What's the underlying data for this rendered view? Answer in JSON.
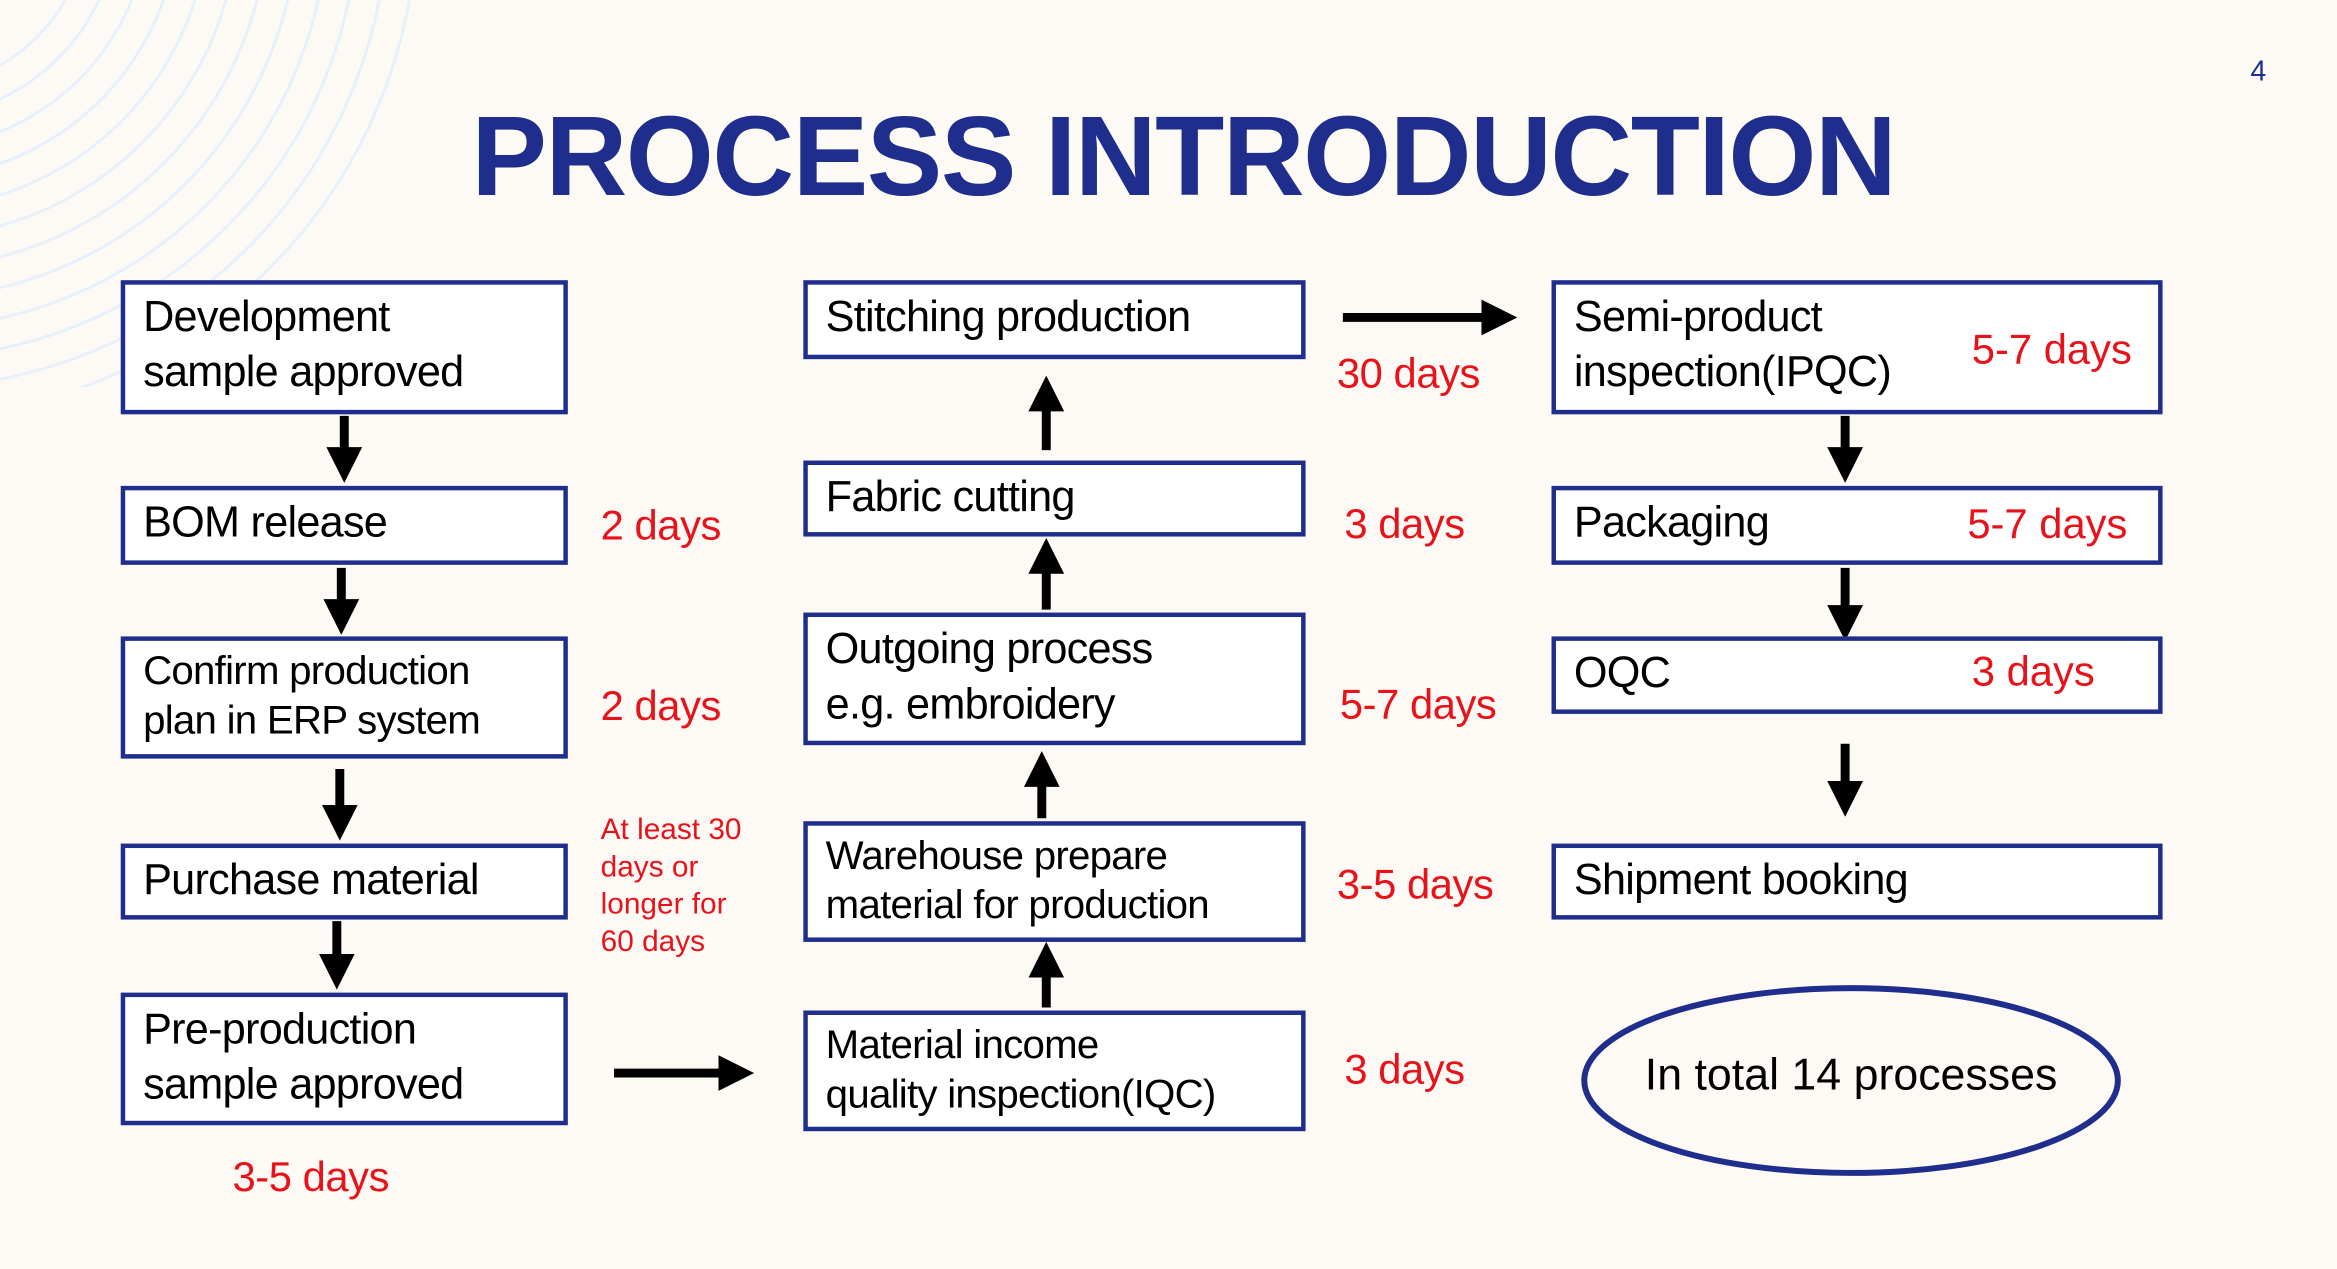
{
  "page_number": "4",
  "title": "PROCESS INTRODUCTION",
  "colors": {
    "title": "#1f2d8c",
    "box_border": "#1f2d8c",
    "duration": "#e8121a"
  },
  "column1": [
    {
      "label_lines": [
        "Development",
        "sample approved"
      ]
    },
    {
      "label_lines": [
        "BOM release"
      ],
      "duration": "2 days"
    },
    {
      "label_lines": [
        "Confirm production",
        "plan in ERP system"
      ],
      "duration": "2 days"
    },
    {
      "label_lines": [
        "Purchase material"
      ],
      "duration_lines": [
        "At least 30",
        "days or",
        "longer for",
        "60 days"
      ]
    },
    {
      "label_lines": [
        "Pre-production",
        "sample approved"
      ],
      "duration": "3-5 days"
    }
  ],
  "column2": [
    {
      "label_lines": [
        "Material income",
        "quality inspection(IQC)"
      ],
      "duration": "3 days"
    },
    {
      "label_lines": [
        "Warehouse prepare",
        "material for production"
      ],
      "duration": "3-5 days"
    },
    {
      "label_lines": [
        "Outgoing process",
        "e.g. embroidery"
      ],
      "duration": "5-7 days"
    },
    {
      "label_lines": [
        "Fabric cutting"
      ],
      "duration": "3 days"
    },
    {
      "label_lines": [
        "Stitching production"
      ],
      "duration": "30 days"
    }
  ],
  "column3": [
    {
      "label_lines": [
        "Semi-product",
        "inspection(IPQC)"
      ],
      "duration": "5-7 days"
    },
    {
      "label_lines": [
        "Packaging"
      ],
      "duration": "5-7 days"
    },
    {
      "label_lines": [
        "OQC"
      ],
      "duration": "3 days"
    },
    {
      "label_lines": [
        "Shipment booking"
      ]
    }
  ],
  "summary": "In total 14 processes"
}
